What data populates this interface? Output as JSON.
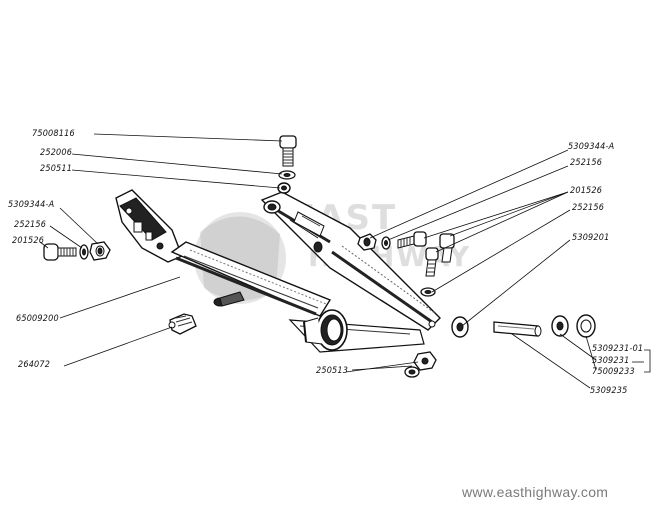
{
  "watermark": {
    "url": "www.easthighway.com",
    "logo_line1": "EAST",
    "logo_line2": "HIGHWAY"
  },
  "labels": {
    "p75008116": "75008116",
    "p252006": "252006",
    "p250511_top": "250511",
    "p5309344a_left": "5309344-A",
    "p252156_left": "252156",
    "p201526_left": "201526",
    "p65009200": "65009200",
    "p264072": "264072",
    "p5309344a_right": "5309344-A",
    "p252156_right1": "252156",
    "p201526_right": "201526",
    "p252156_right2": "252156",
    "p5309201": "5309201",
    "p250513": "250513",
    "p5309231_01": "5309231-01",
    "p5309231": "5309231",
    "p75009233": "75009233",
    "p5309235": "5309235"
  },
  "colors": {
    "ink": "#111111",
    "watermark": "#a0a0a0"
  }
}
